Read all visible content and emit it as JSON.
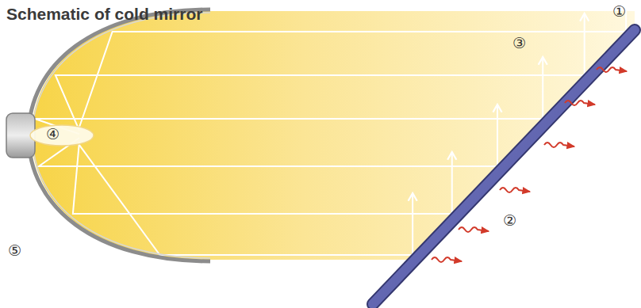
{
  "diagram": {
    "title": "Schematic of cold mirror",
    "labels": [
      "①",
      "②",
      "③",
      "④",
      "⑤"
    ]
  }
}
